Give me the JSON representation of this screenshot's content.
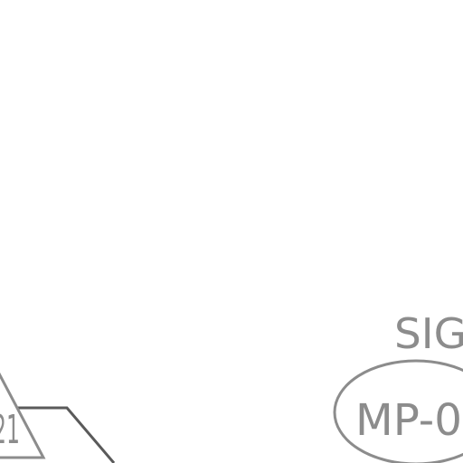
{
  "drawing": {
    "sign_label": "SIG",
    "tag_label": "MP-0",
    "triangle_label": "21"
  },
  "colors": {
    "background": "#ffffff",
    "annotation_gray": "#8c8c8c",
    "line_dark": "#5a5a5a"
  }
}
